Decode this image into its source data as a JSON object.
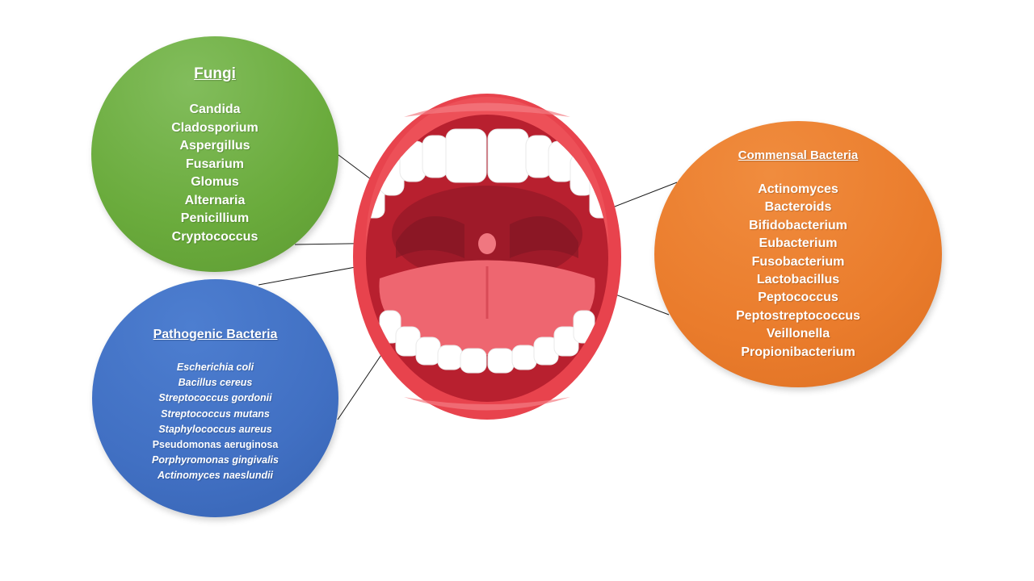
{
  "fungi": {
    "title": "Fungi",
    "items": [
      "Candida",
      "Cladosporium",
      "Aspergillus",
      "Fusarium",
      "Glomus",
      "Alternaria",
      "Penicillium",
      "Cryptococcus"
    ],
    "color": "#6aab3c"
  },
  "pathogenic_bacteria": {
    "title": "Pathogenic Bacteria",
    "items": [
      {
        "name": "Escherichia coli",
        "italic": true
      },
      {
        "name": "Bacillus cereus",
        "italic": true
      },
      {
        "name": "Streptococcus gordonii",
        "italic": true
      },
      {
        "name": "Streptococcus mutans",
        "italic": true
      },
      {
        "name": "Staphylococcus aureus",
        "italic": true
      },
      {
        "name": "Pseudomonas aeruginosa",
        "italic": false
      },
      {
        "name": "Porphyromonas gingivalis",
        "italic": true
      },
      {
        "name": "Actinomyces naeslundii",
        "italic": true
      }
    ],
    "color": "#4170c3"
  },
  "commensal_bacteria": {
    "title": "Commensal Bacteria",
    "items": [
      "Actinomyces",
      "Bacteroids",
      "Bifidobacterium",
      "Eubacterium",
      "Fusobacterium",
      "Lactobacillus",
      "Peptococcus",
      "Peptostreptococcus",
      "Veillonella",
      "Propionibacterium"
    ],
    "color": "#ea7c2c"
  },
  "illustration": {
    "subject": "open-mouth-icon",
    "lip_color": "#e8434d",
    "throat_color": "#b8202f",
    "tongue_color": "#ee6670",
    "teeth_color": "#ffffff"
  }
}
